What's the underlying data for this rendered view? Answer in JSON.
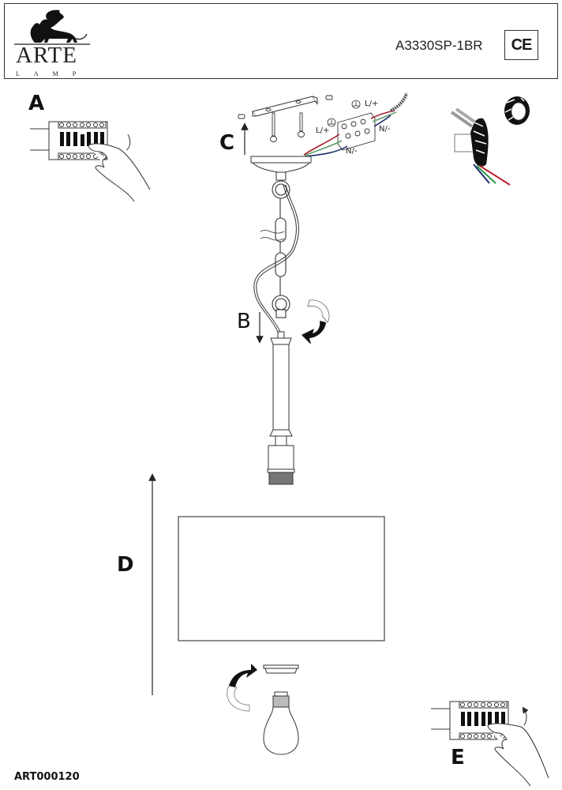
{
  "header": {
    "brand": "ARTE",
    "brand_sub": "LAMP",
    "model": "A3330SP-1BR",
    "certification": "CE"
  },
  "steps": {
    "a": "A",
    "b": "B",
    "c": "C",
    "d": "D",
    "e": "E"
  },
  "wiring_labels": {
    "live_top": "L/+",
    "live_left": "L/+",
    "neutral_right": "N/-",
    "neutral_bottom": "N/-"
  },
  "wire_colors": {
    "live": "#a3202a",
    "earth": "#5f9e6e",
    "neutral": "#1d2f6b"
  },
  "footer": {
    "code": "ART000120"
  }
}
